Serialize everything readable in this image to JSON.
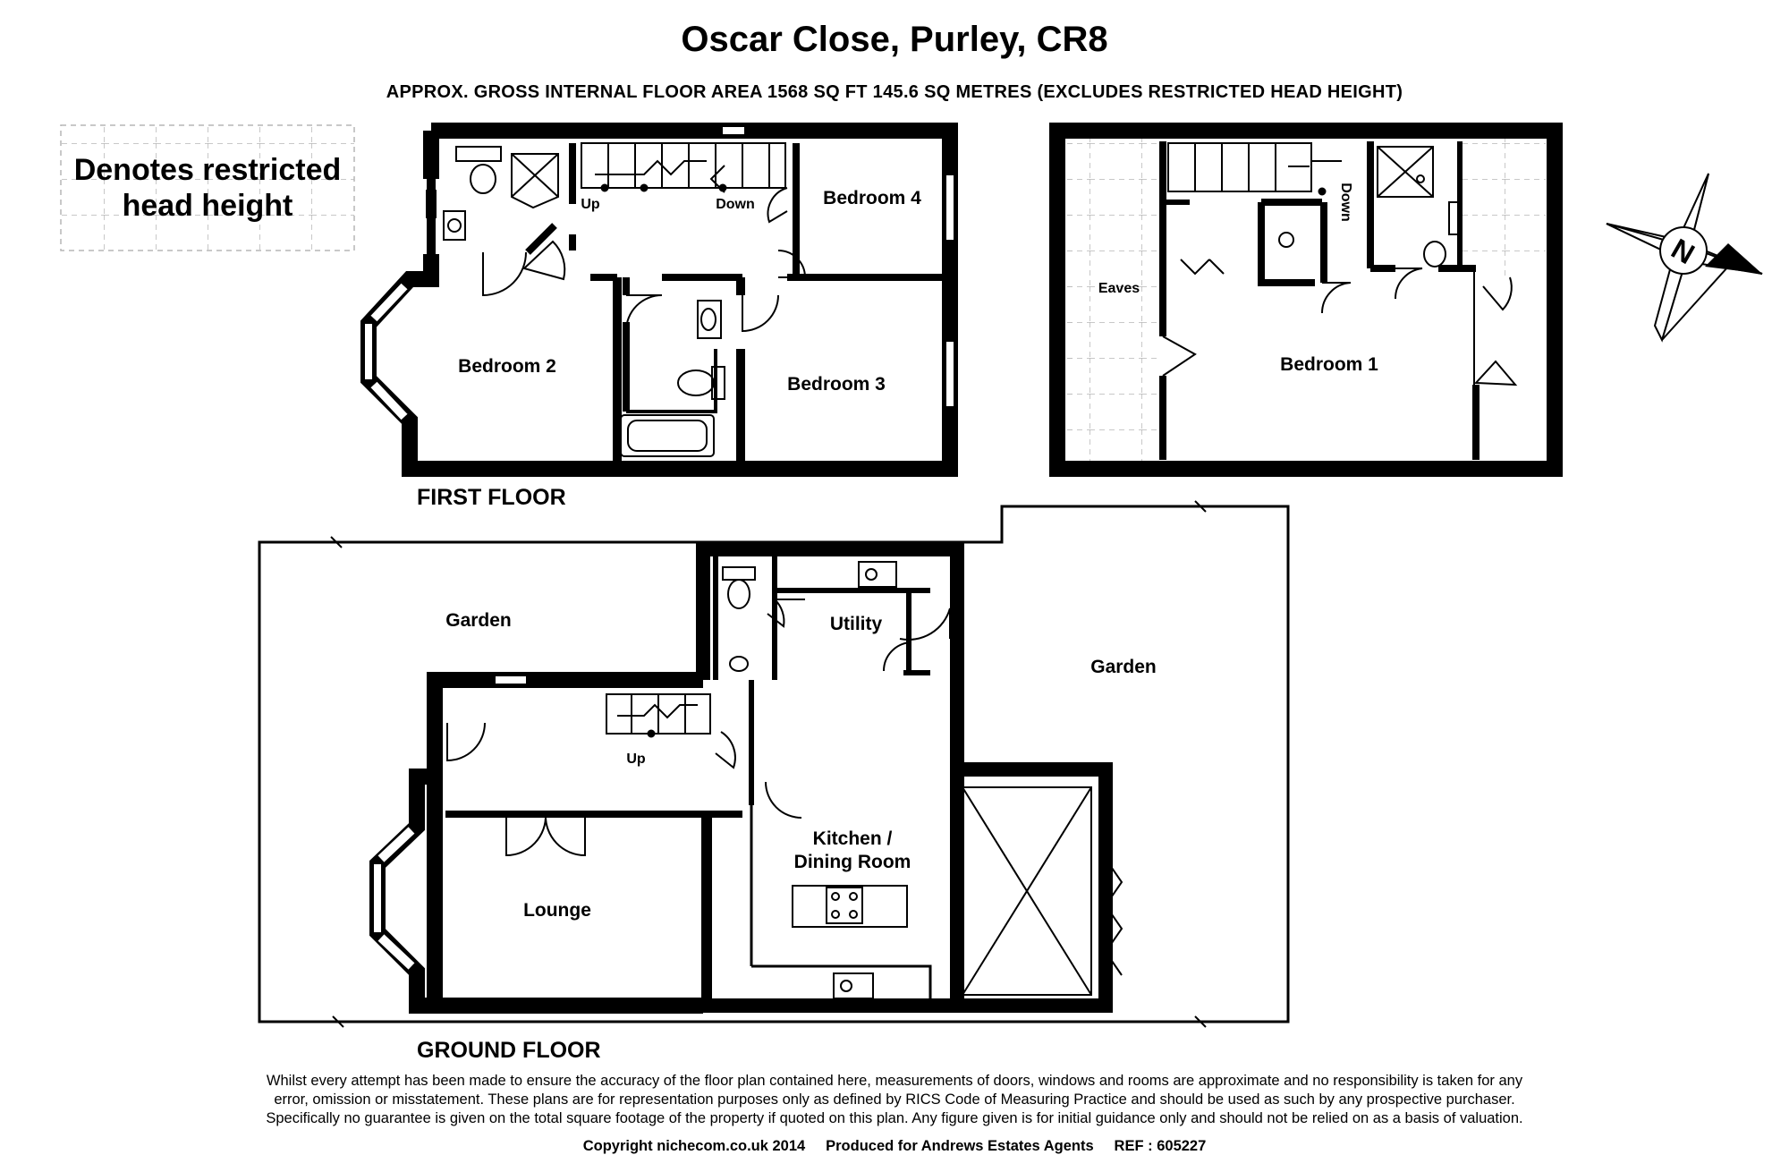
{
  "title": "Oscar Close, Purley, CR8",
  "subtitle": "APPROX. GROSS INTERNAL FLOOR AREA 1568 SQ FT 145.6 SQ METRES (EXCLUDES RESTRICTED HEAD HEIGHT)",
  "legend": {
    "line1": "Denotes restricted",
    "line2": "head height"
  },
  "floors": {
    "first_floor": {
      "label": "FIRST FLOOR",
      "rooms": {
        "bedroom2": "Bedroom 2",
        "bedroom3": "Bedroom 3",
        "bedroom4": "Bedroom 4"
      },
      "stairs": {
        "up": "Up",
        "down": "Down"
      }
    },
    "second_floor": {
      "rooms": {
        "bedroom1": "Bedroom 1",
        "eaves": "Eaves"
      },
      "stairs": {
        "down": "Down"
      }
    },
    "ground_floor": {
      "label": "GROUND FLOOR",
      "rooms": {
        "garden_front": "Garden",
        "garden_rear": "Garden",
        "utility": "Utility",
        "kitchen_line1": "Kitchen /",
        "kitchen_line2": "Dining Room",
        "lounge": "Lounge"
      },
      "stairs": {
        "up": "Up"
      }
    }
  },
  "compass": {
    "letter": "N"
  },
  "disclaimer": {
    "line1": "Whilst every attempt has been made to ensure the accuracy of the floor plan contained here, measurements of doors, windows and rooms are approximate and no responsibility is taken for any",
    "line2": "error, omission or misstatement. These plans are for representation purposes only as defined by RICS Code of Measuring Practice and should be used as such by any prospective purchaser.",
    "line3": "Specifically no guarantee is given on the total square footage of the property if quoted on this plan. Any figure given is for initial guidance only and should not be relied on as a basis of valuation."
  },
  "copyright": "Copyright nichecom.co.uk 2014     Produced for Andrews Estates Agents     REF : 605227"
}
